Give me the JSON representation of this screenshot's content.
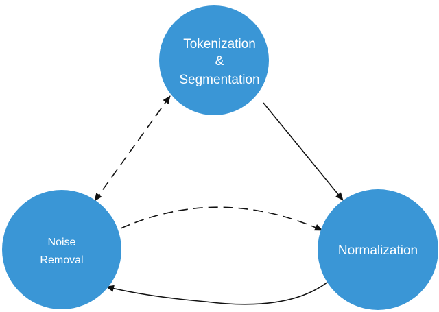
{
  "nodes": {
    "tokenization": {
      "lines": [
        "Tokenization",
        "&",
        "Segmentation"
      ]
    },
    "noise_removal": {
      "lines": [
        "Noise",
        "Removal"
      ]
    },
    "normalization": {
      "lines": [
        "Normalization"
      ]
    }
  },
  "edges": [
    {
      "from": "tokenization",
      "to": "normalization",
      "style": "solid",
      "direction": "forward"
    },
    {
      "from": "tokenization",
      "to": "noise_removal",
      "style": "dashed",
      "direction": "both"
    },
    {
      "from": "noise_removal",
      "to": "normalization",
      "style": "dashed",
      "direction": "forward"
    },
    {
      "from": "normalization",
      "to": "noise_removal",
      "style": "solid",
      "direction": "forward"
    }
  ],
  "colors": {
    "node_fill": "#3a96d6",
    "edge": "#111111",
    "text": "#ffffff"
  }
}
